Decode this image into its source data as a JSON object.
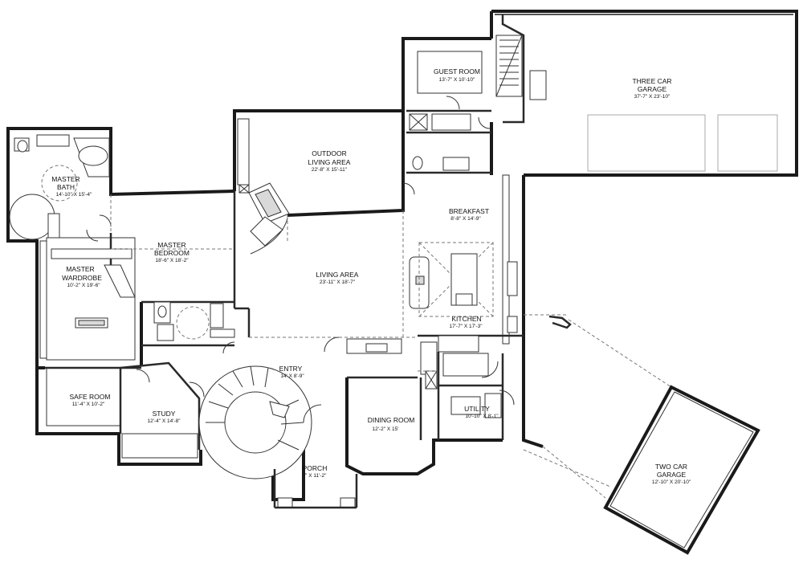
{
  "rooms": {
    "master_bath": {
      "name_1": "MASTER",
      "name_2": "BATH",
      "dims": "14'-10\" X 15'-4\""
    },
    "master_wardrobe": {
      "name_1": "MASTER",
      "name_2": "WARDROBE",
      "dims": "10'-2\" X 19'-6\""
    },
    "master_bedroom": {
      "name_1": "MASTER",
      "name_2": "BEDROOM",
      "dims": "18'-6\" X 18'-2\""
    },
    "outdoor_living": {
      "name_1": "OUTDOOR",
      "name_2": "LIVING AREA",
      "dims": "22'-8\" X 15'-11\""
    },
    "guest_room": {
      "name": "GUEST ROOM",
      "dims": "13'-7\" X 10'-10\""
    },
    "three_car_garage": {
      "name_1": "THREE CAR",
      "name_2": "GARAGE",
      "dims": "37'-7\" X 23'-10\""
    },
    "breakfast": {
      "name": "BREAKFAST",
      "dims": "8'-8\" X 14'-9\""
    },
    "living_area": {
      "name": "LIVING AREA",
      "dims": "23'-11\" X 18'-7\""
    },
    "kitchen": {
      "name": "KITCHEN",
      "dims": "17'-7\" X 17'-3\""
    },
    "entry": {
      "name": "ENTRY",
      "dims": "14' X 8'-9\""
    },
    "safe_room": {
      "name": "SAFE ROOM",
      "dims": "11'-4\" X 10'-2\""
    },
    "study": {
      "name": "STUDY",
      "dims": "12'-4\" X 14'-8\""
    },
    "dining_room": {
      "name": "DINING ROOM",
      "dims": "12'-2\" X 15'"
    },
    "utility": {
      "name": "UTILITY",
      "dims": "10'-10\" X 8'-1\""
    },
    "porch": {
      "name": "PORCH",
      "dims": "7' X 11'-2\""
    },
    "two_car_garage": {
      "name_1": "TWO CAR",
      "name_2": "GARAGE",
      "dims": "12'-10\" X 20'-10\""
    }
  }
}
